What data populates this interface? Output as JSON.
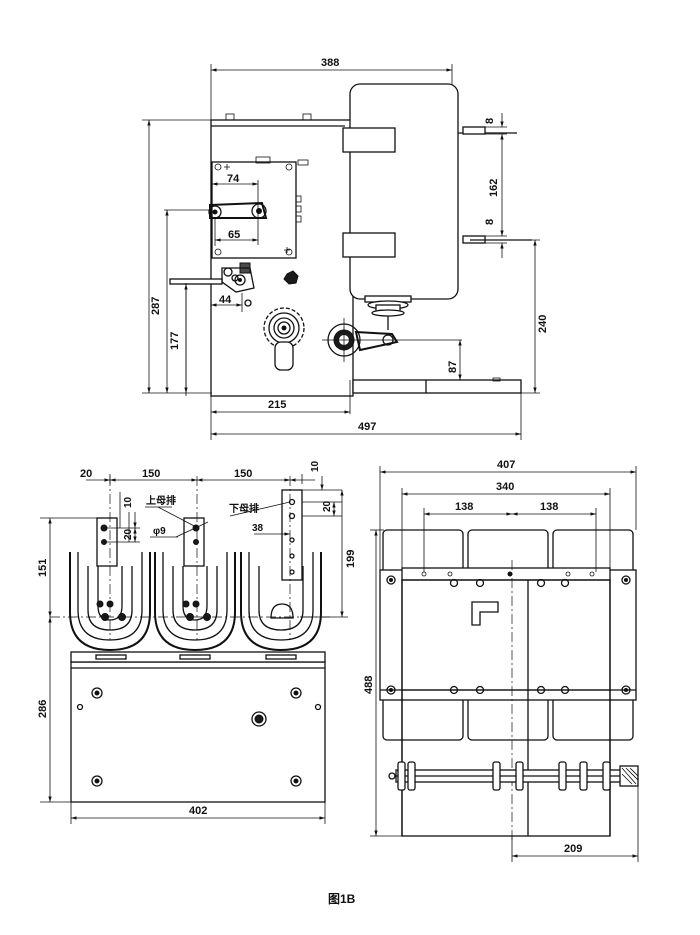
{
  "caption": "图1B",
  "side_view": {
    "dims": {
      "width_top": "388",
      "top_gap": "8",
      "coil_height": "162",
      "bottom_gap": "8",
      "width_74": "74",
      "width_65": "65",
      "width_44": "44",
      "height_287": "287",
      "height_177": "177",
      "height_240": "240",
      "height_87": "87",
      "width_215": "215",
      "width_497": "497"
    }
  },
  "front_view": {
    "dims": {
      "left_20": "20",
      "pitch_a": "150",
      "pitch_b": "150",
      "right_10": "10",
      "small_10": "10",
      "small_20": "20",
      "hole_phi": "φ9",
      "small_20b": "20",
      "width_38": "38",
      "height_199": "199",
      "height_151": "151",
      "height_286": "286",
      "width_402": "402"
    },
    "labels": {
      "upper_busbar": "上母排",
      "lower_busbar": "下母排"
    }
  },
  "plan_view": {
    "dims": {
      "width_407": "407",
      "width_340": "340",
      "pitch_a": "138",
      "pitch_b": "138",
      "height_488": "488",
      "width_209": "209"
    }
  }
}
